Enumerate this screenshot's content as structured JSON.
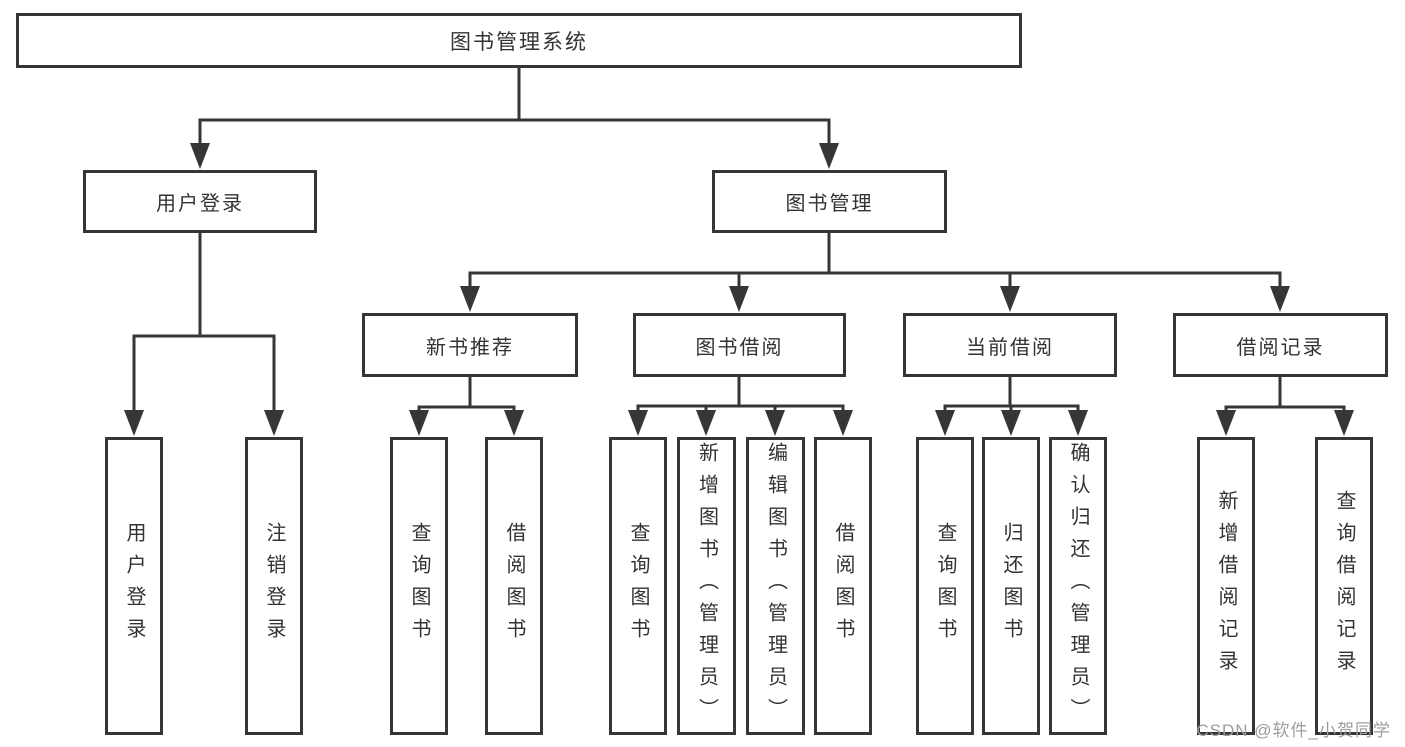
{
  "diagram": {
    "nodes": {
      "root": "图书管理系统",
      "user_login": "用户登录",
      "book_mgmt": "图书管理",
      "new_books": "新书推荐",
      "book_borrow": "图书借阅",
      "current_borrow": "当前借阅",
      "borrow_records": "借阅记录"
    },
    "leaves": [
      {
        "label": "用户登录"
      },
      {
        "label": "注销登录"
      },
      {
        "label": "查询图书"
      },
      {
        "label": "借阅图书"
      },
      {
        "label": "查询图书"
      },
      {
        "label": "新增图书（管理员）"
      },
      {
        "label": "编辑图书（管理员）"
      },
      {
        "label": "借阅图书"
      },
      {
        "label": "查询图书"
      },
      {
        "label": "归还图书"
      },
      {
        "label": "确认归还（管理员）"
      },
      {
        "label": "新增借阅记录"
      },
      {
        "label": "查询借阅记录"
      }
    ]
  },
  "watermark": {
    "text": "CSDN @软件_小贺同学"
  },
  "colors": {
    "line": "#363636",
    "text": "#333333",
    "watermark": "#9d9d9f",
    "background": "#ffffff"
  }
}
